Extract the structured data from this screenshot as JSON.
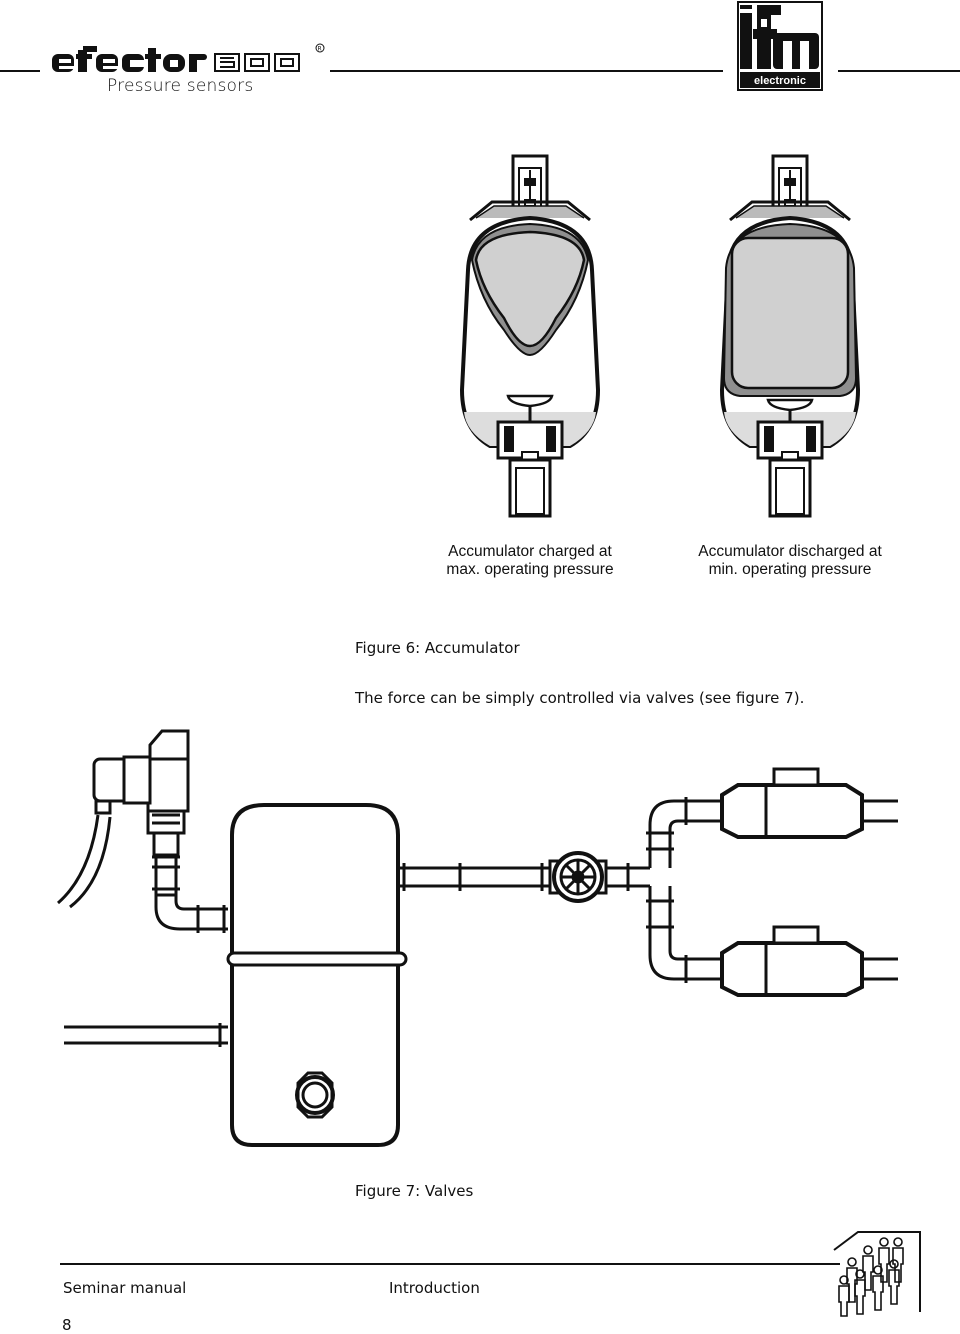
{
  "header": {
    "brand_logo_text": "efector500",
    "subtitle": "Pressure sensors",
    "company_logo_text": "ifm electronic"
  },
  "figure6": {
    "caption_left": [
      "Accumulator charged at",
      "max. operating pressure"
    ],
    "caption_right": [
      "Accumulator discharged at",
      "min. operating pressure"
    ],
    "title": "Figure 6: Accumulator"
  },
  "body_text": "The force can be simply controlled via valves (see figure 7).",
  "figure7": {
    "title": "Figure 7: Valves"
  },
  "footer": {
    "left": "Seminar manual",
    "center": "Introduction",
    "page_number": "8"
  }
}
